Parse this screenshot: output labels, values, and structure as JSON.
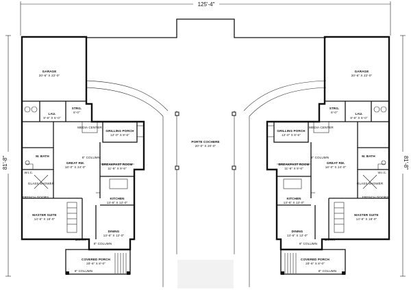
{
  "dimensions": {
    "width": "125'-4\"",
    "depth_left": "81'-8\"",
    "depth_right": "81'-8\""
  },
  "porte_cochere": {
    "name": "PORTE COCHERE",
    "size": "20'-0\" X 20'-0\""
  },
  "units": [
    {
      "side": "left",
      "rooms": {
        "garage": {
          "name": "GARAGE",
          "size": "20'-6\" X 22'-0\""
        },
        "storage": {
          "name": "STRG.",
          "size": "6'-0\""
        },
        "laundry": {
          "name": "LAU.",
          "size": "8'-6\" X 5'-0\""
        },
        "media_center": "MEDIA CENTER",
        "grilling_porch": {
          "name": "GRILLING PORCH",
          "size": "12'-0\" X 9'-6\""
        },
        "column_note_1": "8\" COLUMN",
        "master_bath": "M. BATH",
        "great_room": {
          "name": "GREAT RM.",
          "size": "16'-0\" X 24'-0\""
        },
        "breakfast_room": {
          "name": "BREAKFAST ROOM",
          "size": "11'-6\" X 9'-6\""
        },
        "wic": "W.I.C.",
        "glass_shower": "GLASS SHOWER",
        "kitchen": {
          "name": "KITCHEN",
          "size": "13'-6\" X 12'-0\""
        },
        "french_doors": "FRENCH DOORS",
        "master_suite": {
          "name": "MASTER SUITE",
          "size": "14'-6\" X 18'-0\""
        },
        "dining": {
          "name": "DINING",
          "size": "13'-6\" X 12'-0\""
        },
        "entry": "ENTRY",
        "column_note_2": "8\" COLUMN",
        "covered_porch": {
          "name": "COVERED PORCH",
          "size": "20'-6\" X 8'-0\""
        },
        "column_note_3": "8\" COLUMN"
      }
    },
    {
      "side": "right",
      "rooms": {
        "garage": {
          "name": "GARAGE",
          "size": "20'-6\" X 22'-0\""
        },
        "storage": {
          "name": "STRG.",
          "size": "6'-0\""
        },
        "laundry": {
          "name": "LAU.",
          "size": "8'-6\" X 5'-0\""
        },
        "media_center": "MEDIA CENTER",
        "grilling_porch": {
          "name": "GRILLING PORCH",
          "size": "12'-0\" X 9'-6\""
        },
        "column_note_1": "8\" COLUMN",
        "master_bath": "M. BATH",
        "great_room": {
          "name": "GREAT RM.",
          "size": "16'-0\" X 24'-0\""
        },
        "breakfast_room": {
          "name": "BREAKFAST ROOM",
          "size": "11'-6\" X 9'-6\""
        },
        "wic": "W.I.C.",
        "glass_shower": "GLASS SHOWER",
        "kitchen": {
          "name": "KITCHEN",
          "size": "13'-6\" X 12'-0\""
        },
        "french_doors": "FRENCH DOORS",
        "master_suite": {
          "name": "MASTER SUITE",
          "size": "14'-6\" X 18'-0\""
        },
        "dining": {
          "name": "DINING",
          "size": "13'-6\" X 12'-0\""
        },
        "entry": "ENTRY",
        "column_note_2": "8\" COLUMN",
        "covered_porch": {
          "name": "COVERED PORCH",
          "size": "20'-6\" X 8'-0\""
        },
        "column_note_3": "8\" COLUMN"
      }
    }
  ]
}
